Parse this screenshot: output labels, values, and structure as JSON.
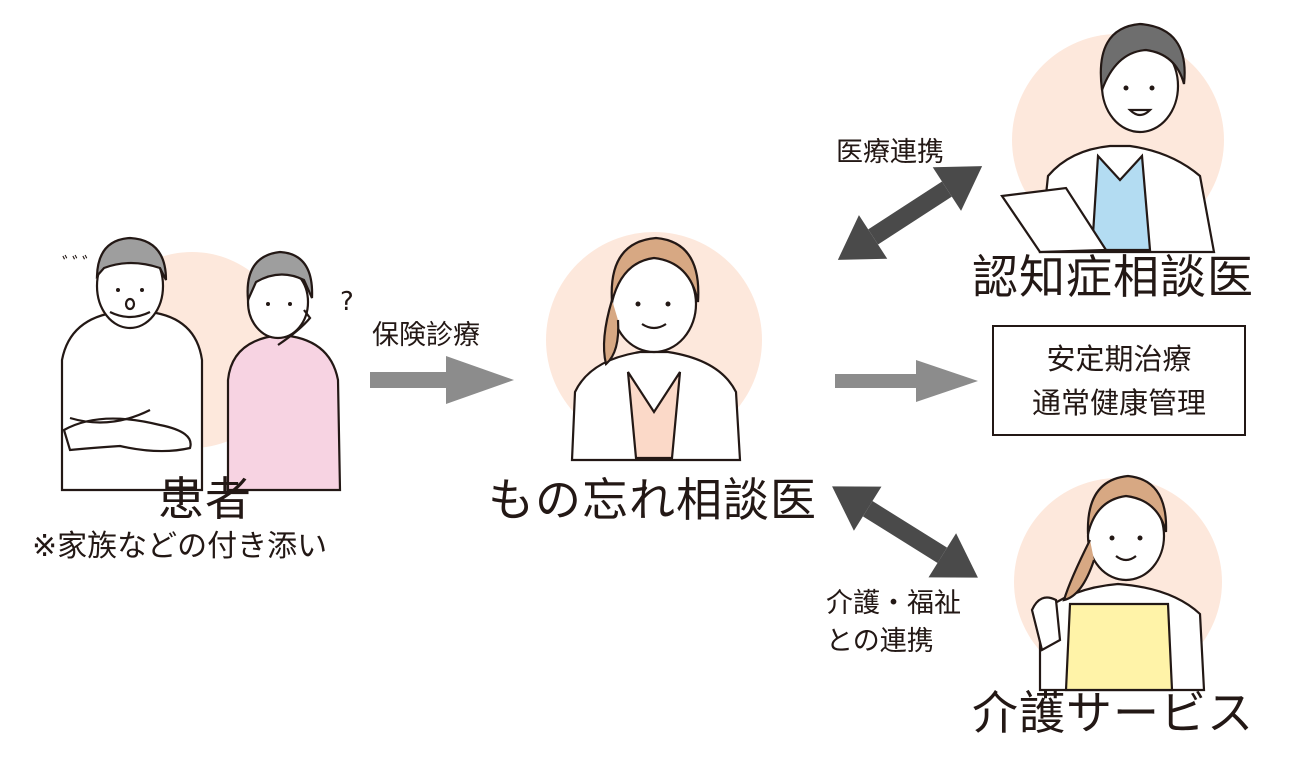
{
  "nodes": {
    "patient": {
      "title": "患者",
      "note": "※家族などの付き添い"
    },
    "monowasure": {
      "title": "もの忘れ相談医"
    },
    "ninchisho": {
      "title": "認知症相談医"
    },
    "kaigo": {
      "title": "介護サービス"
    },
    "stable_box": {
      "line1": "安定期治療",
      "line2": "通常健康管理"
    }
  },
  "edges": {
    "insurance": {
      "label": "保険診療"
    },
    "medical": {
      "label": "医療連携"
    },
    "care": {
      "label_line1": "介護・福祉",
      "label_line2": "との連携"
    }
  },
  "colors": {
    "circle": "#fde8dc",
    "arrow_gray": "#8c8c8c",
    "arrow_dark": "#4a4a4a",
    "outline": "#231815",
    "pink_shirt": "#f7d3e2",
    "blue_shirt": "#b3dcf2",
    "peach_shirt": "#fbd9c8",
    "yellow_apron": "#fff3a8",
    "hair_brown": "#d7a883",
    "hair_gray": "#9e9e9e",
    "hair_dark": "#6e6e6e"
  }
}
